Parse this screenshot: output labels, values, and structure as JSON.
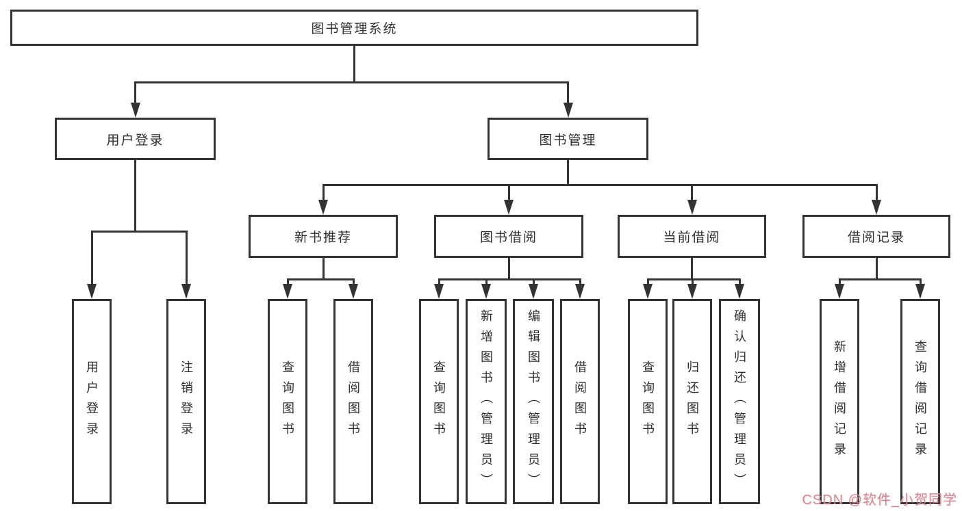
{
  "diagram_title": "图书管理系统",
  "watermark": "CSDN @软件_小贺同学",
  "colors": {
    "line": "#333333",
    "box_fill": "#ffffff",
    "text": "#2f2f2f",
    "watermark": "#c98f97"
  },
  "nodes": {
    "root": {
      "label": "图书管理系统"
    },
    "user-login": {
      "label": "用户登录"
    },
    "book-mgmt": {
      "label": "图书管理"
    },
    "new-book-rec": {
      "label": "新书推荐"
    },
    "book-borrow": {
      "label": "图书借阅"
    },
    "current-borrow": {
      "label": "当前借阅"
    },
    "borrow-records": {
      "label": "借阅记录"
    },
    "login-user": {
      "label": "用户登录"
    },
    "login-logout": {
      "label": "注销登录"
    },
    "rec-query": {
      "label": "查询图书"
    },
    "rec-borrow": {
      "label": "借阅图书"
    },
    "borrow-query": {
      "label": "查询图书"
    },
    "borrow-add": {
      "label": "新增图书（管理员）"
    },
    "borrow-edit": {
      "label": "编辑图书（管理员）"
    },
    "borrow-borrow": {
      "label": "借阅图书"
    },
    "cur-query": {
      "label": "查询图书"
    },
    "cur-return": {
      "label": "归还图书"
    },
    "cur-confirm": {
      "label": "确认归还（管理员）"
    },
    "records-add": {
      "label": "新增借阅记录"
    },
    "records-query": {
      "label": "查询借阅记录"
    }
  },
  "edges": {
    "root": [
      "user-login",
      "book-mgmt"
    ],
    "user-login": [
      "login-user",
      "login-logout"
    ],
    "book-mgmt": [
      "new-book-rec",
      "book-borrow",
      "current-borrow",
      "borrow-records"
    ],
    "new-book-rec": [
      "rec-query",
      "rec-borrow"
    ],
    "book-borrow": [
      "borrow-query",
      "borrow-add",
      "borrow-edit",
      "borrow-borrow"
    ],
    "current-borrow": [
      "cur-query",
      "cur-return",
      "cur-confirm"
    ],
    "borrow-records": [
      "records-add",
      "records-query"
    ]
  }
}
